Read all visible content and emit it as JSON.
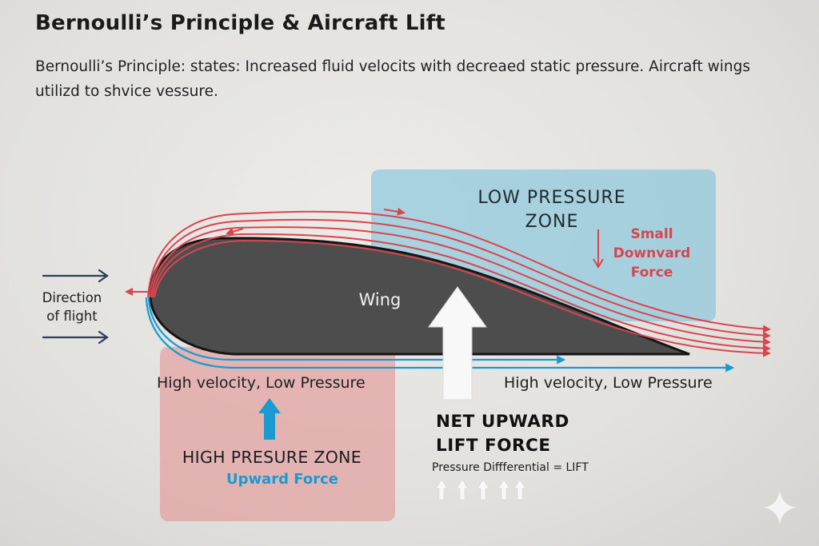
{
  "title": "Bernoulli’s Principle & Aircraft Lift",
  "description": "Bernoulli’s Principle: states: Increased fluid velocits with decreaed static pressure. Aircraft wings utilizd to shvice vessure.",
  "zones": {
    "low_pressure": {
      "line1": "LOW PRESSURE",
      "line2": "ZONE",
      "force_line1": "Small",
      "force_line2": "Downvard",
      "force_line3": "Force"
    },
    "high_pressure": {
      "label": "HIGH PRESURE ZONE",
      "force": "Upward Force"
    }
  },
  "direction": {
    "line1": "Direction",
    "line2": "of flight"
  },
  "wing_label": "Wing",
  "velocity_left": "High velocity, Low Pressure",
  "velocity_right": "High velocity, Low Pressure",
  "lift": {
    "line1": "NET UPWARD",
    "line2": "LIFT FORCE",
    "equation": "Pressure Diffferential = LIFT"
  },
  "colors": {
    "upper_flow": "#d8454f",
    "lower_flow": "#1a9ad0",
    "wing": "#4d4d4d",
    "low_zone": "#80c4dc",
    "high_zone": "#e29696",
    "direction_arrow": "#2c3e57"
  },
  "icons": [
    "sparkle-icon"
  ]
}
